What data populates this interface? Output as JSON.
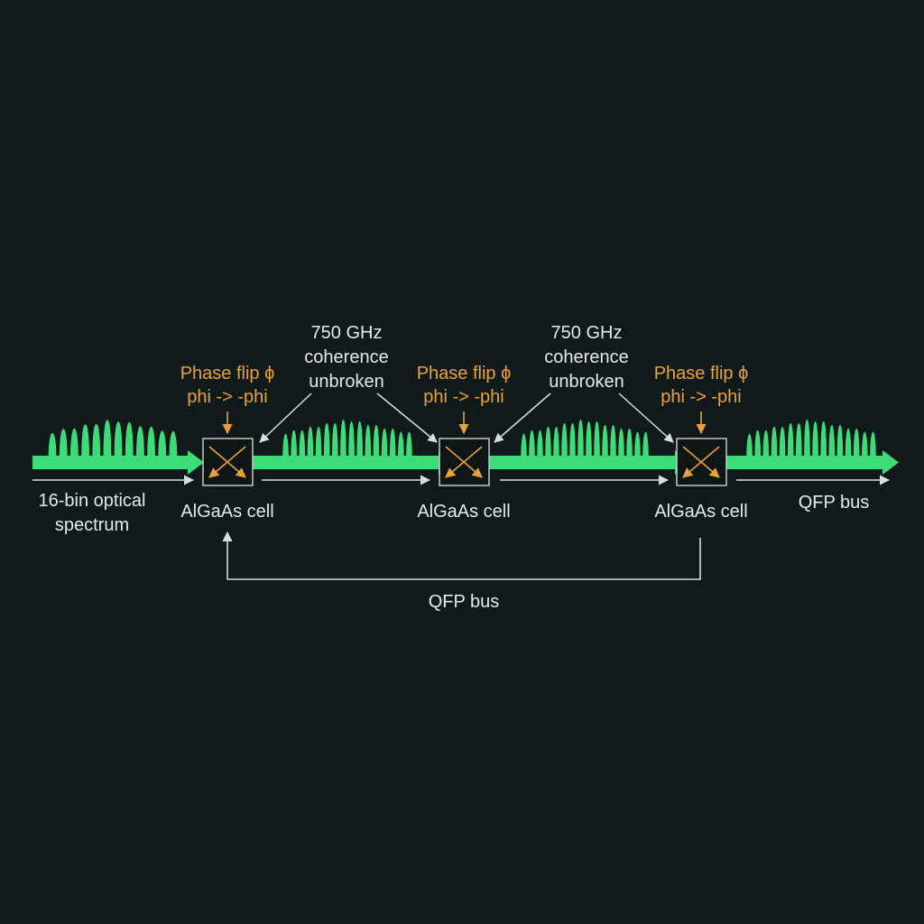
{
  "diagram": {
    "input_label": [
      "16-bin optical",
      "spectrum"
    ],
    "output_label": "QFP bus",
    "feedback_label": "QFP bus",
    "cells": [
      {
        "name": "AlGaAs cell",
        "phase_title": "Phase flip ϕ",
        "phase_rule": "phi -> -phi"
      },
      {
        "name": "AlGaAs cell",
        "phase_title": "Phase flip ϕ",
        "phase_rule": "phi -> -phi"
      },
      {
        "name": "AlGaAs cell",
        "phase_title": "Phase flip ϕ",
        "phase_rule": "phi -> -phi"
      }
    ],
    "coherence_notes": [
      [
        "750 GHz",
        "coherence",
        "unbroken"
      ],
      [
        "750 GHz",
        "coherence",
        "unbroken"
      ]
    ],
    "spectrum_segments": [
      {
        "bins": 12
      },
      {
        "bins": 16
      },
      {
        "bins": 16
      },
      {
        "bins": 16
      }
    ]
  },
  "colors": {
    "background": "#111a1a",
    "spectrum": "#3ddc78",
    "annotation": "#e9a23b",
    "text": "#e6e9e9",
    "line": "#d9dddd"
  }
}
